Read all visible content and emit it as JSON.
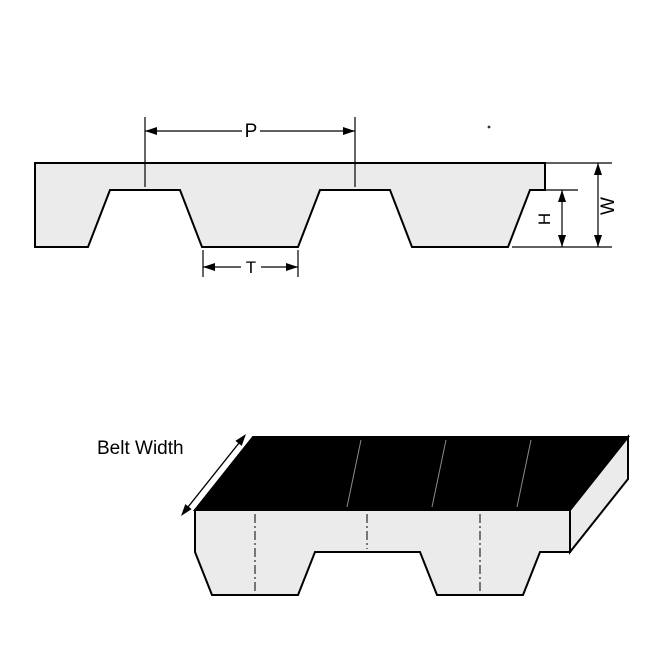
{
  "diagram": {
    "type": "technical-drawing",
    "subject": "timing-belt-profile-and-isometric-view",
    "labels": {
      "pitch": "P",
      "tooth_width": "T",
      "tooth_height": "H",
      "belt_thickness": "W",
      "belt_width": "Belt Width"
    },
    "colors": {
      "belt_fill": "#ebebeb",
      "outline": "#000000",
      "top_surface_fill": "#000000",
      "background": "#ffffff"
    }
  }
}
